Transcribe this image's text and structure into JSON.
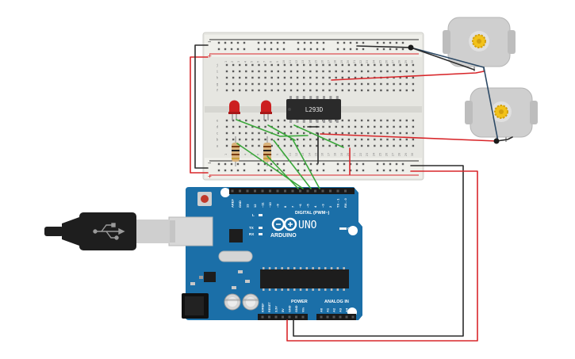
{
  "breadboard": {
    "column_numbers": [
      "1",
      "2",
      "3",
      "4",
      "5",
      "6",
      "7",
      "8",
      "9",
      "10",
      "11",
      "12",
      "13",
      "14",
      "15",
      "16",
      "17",
      "18",
      "19",
      "20",
      "21",
      "22",
      "23",
      "24",
      "25",
      "26",
      "27",
      "28",
      "29",
      "30"
    ],
    "row_letters_top": [
      "j",
      "i",
      "h",
      "g",
      "f"
    ],
    "row_letters_bottom": [
      "e",
      "d",
      "c",
      "b",
      "a"
    ],
    "rail_plus": "+",
    "rail_minus": "−"
  },
  "chip": {
    "label": "L293D"
  },
  "arduino": {
    "brand": "ARDUINO",
    "model": "UNO",
    "digital_label": "DIGITAL (PWM~)",
    "power_label": "POWER",
    "analog_label": "ANALOG IN",
    "on_label": "ON",
    "tx_label": "TX",
    "rx_label": "RX",
    "l_label": "L",
    "digital_pins": [
      "AREF",
      "GND",
      "13",
      "12",
      "~11",
      "~10",
      "~9",
      "8",
      "7",
      "~6",
      "~5",
      "4",
      "~3",
      "2",
      "TX→1",
      "RX←0"
    ],
    "power_pins": [
      "IOREF",
      "RESET",
      "3.3V",
      "5V",
      "GND",
      "GND",
      "Vin"
    ],
    "analog_pins": [
      "A0",
      "A1",
      "A2",
      "A3",
      "A4",
      "A5"
    ]
  },
  "colors": {
    "wire_red": "#d8262a",
    "wire_black": "#2b2b2b",
    "wire_green": "#3aa63a",
    "wire_navy": "#2d4a66",
    "arduino_blue": "#1b6fa8",
    "breadboard": "#e6e6e1",
    "led_red": "#cc1f1f",
    "motor_gear": "#f2c21a"
  }
}
